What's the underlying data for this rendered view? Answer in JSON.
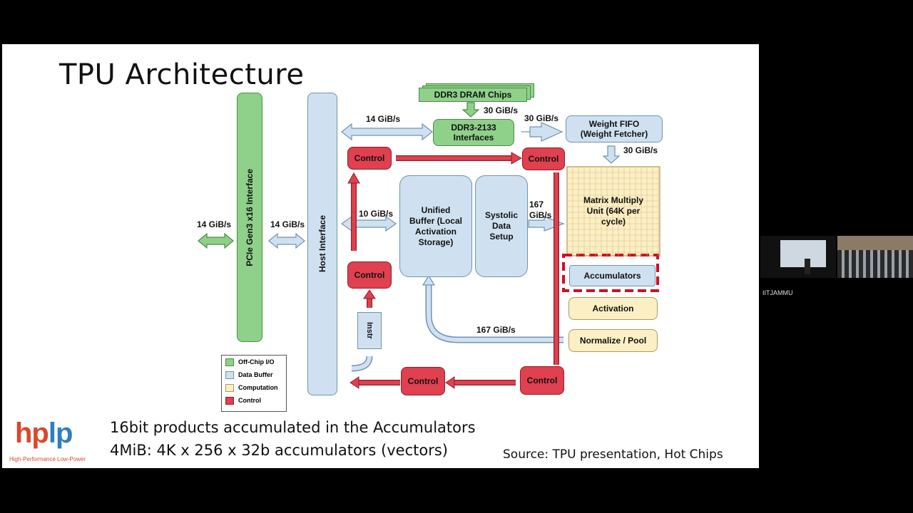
{
  "slide": {
    "title": "TPU Architecture",
    "bullets": [
      "16bit products accumulated in the Accumulators",
      "4MiB: 4K x 256 x 32b accumulators (vectors)"
    ],
    "source": "Source: TPU presentation, Hot Chips"
  },
  "logo": {
    "part1": "hp",
    "part2": "lp",
    "subtitle": "High-Performance Low-Power"
  },
  "diagram": {
    "pcie": "PCIe Gen3 x16 Interface",
    "host": "Host Interface",
    "ddr3_chips": "DDR3 DRAM Chips",
    "ddr3_if": "DDR3-2133 Interfaces",
    "weight_fifo": "Weight FIFO (Weight Fetcher)",
    "unified_buffer": "Unified Buffer (Local Activation Storage)",
    "systolic": "Systolic Data Setup",
    "mmu": "Matrix Multiply Unit (64K per cycle)",
    "accumulators": "Accumulators",
    "activation": "Activation",
    "normalize": "Normalize / Pool",
    "instr": "Instr",
    "control": "Control",
    "rates": {
      "pcie_left": "14 GiB/s",
      "pcie_host": "14 GiB/s",
      "host_ddr": "14 GiB/s",
      "ddr_down": "30 GiB/s",
      "ddr_fifo": "30 GiB/s",
      "fifo_mmu": "30 GiB/s",
      "host_ub": "10 GiB/s",
      "systolic_mmu": "167 GiB/s",
      "norm_ub": "167 GiB/s"
    },
    "legend": [
      "Off-Chip I/O",
      "Data Buffer",
      "Computation",
      "Control"
    ]
  },
  "video": {
    "label": "IITJAMMU"
  }
}
